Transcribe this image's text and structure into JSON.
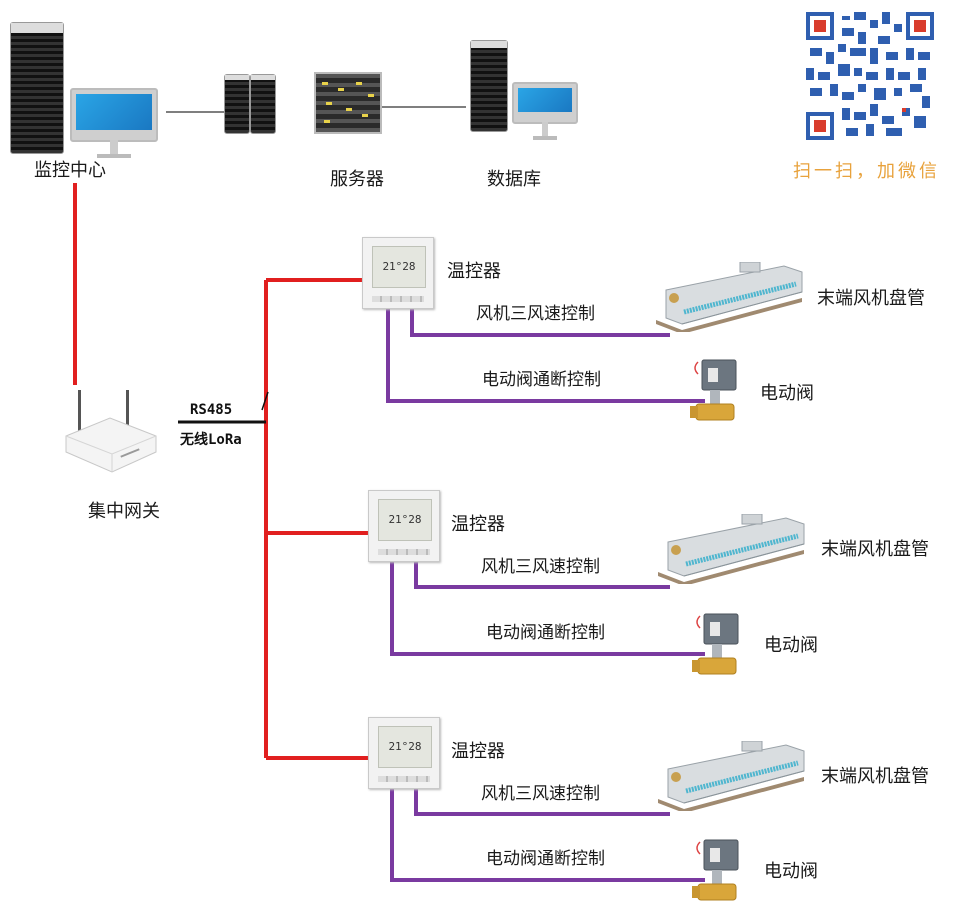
{
  "title": "",
  "nodes": {
    "monitor_center": "监控中心",
    "server": "服务器",
    "database": "数据库",
    "gateway": "集中网关"
  },
  "protocol": {
    "top": "RS485",
    "bottom": "无线LoRa"
  },
  "wechat_text": "扫一扫，加微信",
  "groups": [
    {
      "thermostat": "温控器",
      "fan_speed": "风机三风速控制",
      "fan_coil": "末端风机盘管",
      "valve_control": "电动阀通断控制",
      "valve": "电动阀",
      "lcd": "21°28"
    },
    {
      "thermostat": "温控器",
      "fan_speed": "风机三风速控制",
      "fan_coil": "末端风机盘管",
      "valve_control": "电动阀通断控制",
      "valve": "电动阀",
      "lcd": "21°28"
    },
    {
      "thermostat": "温控器",
      "fan_speed": "风机三风速控制",
      "fan_coil": "末端风机盘管",
      "valve_control": "电动阀通断控制",
      "valve": "电动阀",
      "lcd": "21°28"
    }
  ],
  "colors": {
    "bus_red": "#e11f1f",
    "control_purple": "#7a3aa0",
    "network_gray": "#555555",
    "wechat_orange": "#e8a23c"
  }
}
